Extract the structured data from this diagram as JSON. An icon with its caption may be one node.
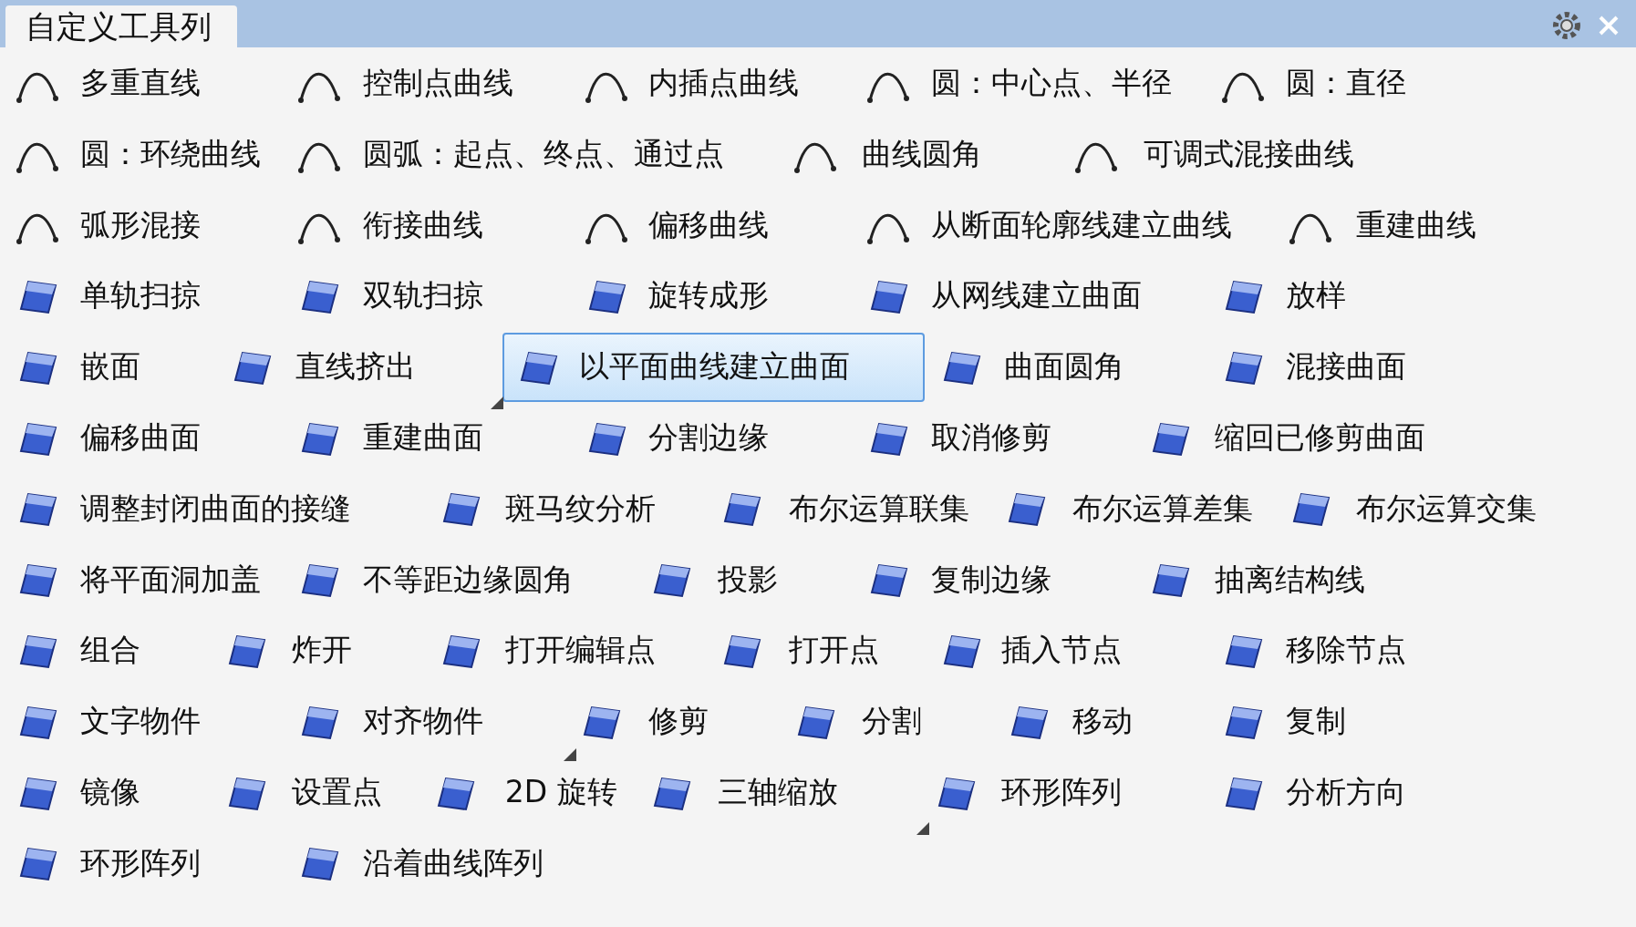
{
  "diagram": {
    "title": "自定义工具列",
    "labels": [
      "多重直线",
      "控制点曲线",
      "内插点曲线",
      "圆：中心点、半径",
      "圆：直径",
      "圆：环绕曲线",
      "圆弧：起点、终点、通过点",
      "曲线圆角",
      "可调式混接曲线",
      "弧形混接",
      "衔接曲线",
      "偏移曲线",
      "从断面轮廓线建立曲线",
      "重建曲线",
      "单轨扫掠",
      "双轨扫掠",
      "旋转成形",
      "从网线建立曲面",
      "放样",
      "嵌面",
      "直线挤出",
      "以平面曲线建立曲面",
      "曲面圆角",
      "混接曲面",
      "偏移曲面",
      "重建曲面",
      "分割边缘",
      "取消修剪",
      "缩回已修剪曲面",
      "调整封闭曲面的接缝",
      "斑马纹分析",
      "布尔运算联集",
      "布尔运算差集",
      "布尔运算交集",
      "将平面洞加盖",
      "不等距边缘圆角",
      "投影",
      "复制边缘",
      "抽离结构线",
      "组合",
      "炸开",
      "打开编辑点",
      "打开点",
      "插入节点",
      "移除节点",
      "文字物件",
      "对齐物件",
      "修剪",
      "分割",
      "移动",
      "复制",
      "镜像",
      "设置点",
      "2D 旋转",
      "三轴缩放",
      "环形阵列",
      "分析方向",
      "环形阵列",
      "沿着曲线阵列"
    ]
  }
}
